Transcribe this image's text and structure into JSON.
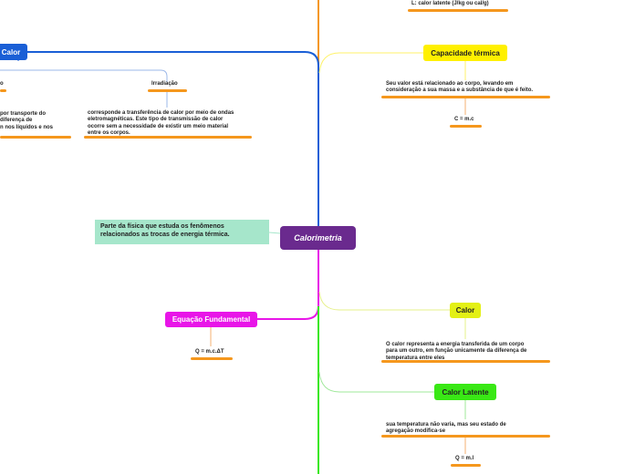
{
  "center": {
    "label": "Calorimetria"
  },
  "note": {
    "line1": "Parte da física que estuda os fenômenos",
    "line2": "relacionados as trocas de energia térmica."
  },
  "blue_branch": {
    "title": "Calor",
    "left_cut_label": "o",
    "left_cut_text": [
      "por transporte do",
      "diferença de",
      "n nos líquidos e nos"
    ],
    "irradiacao": {
      "label": "Irradiação",
      "text": [
        "corresponde a transferência de calor por meio de ondas",
        "eletromagnéticas. Este tipo de transmissão de calor",
        "ocorre sem a necessidade de existir um meio material",
        "entre os corpos."
      ]
    }
  },
  "top_cut": {
    "text": "L: calor latente (J/kg ou cal/g)"
  },
  "capacidade": {
    "title": "Capacidade térmica",
    "text": [
      "Seu valor está relacionado ao corpo, levando em",
      "consideração a sua massa e a substância de que é feito."
    ],
    "formula": "C = m.c"
  },
  "equacao": {
    "title": "Equação Fundamental",
    "formula": "Q = m.c.ΔT"
  },
  "calor": {
    "title": "Calor",
    "text": [
      "O calor representa a energia transferida de um corpo",
      "para um outro, em função unicamente da diferença de",
      "temperatura entre eles"
    ]
  },
  "latente": {
    "title": "Calor Latente",
    "text": [
      "sua temperatura não varia, mas seu estado de",
      "agregação modifica-se"
    ],
    "formula": "Q = m.l"
  },
  "colors": {
    "orange": "#f5971d",
    "blue": "#1a5fd6",
    "magenta": "#e815e8",
    "green": "#39e815",
    "yellow": "#fff000",
    "purple": "#6a2a8e",
    "mint": "#a6e6cb"
  }
}
